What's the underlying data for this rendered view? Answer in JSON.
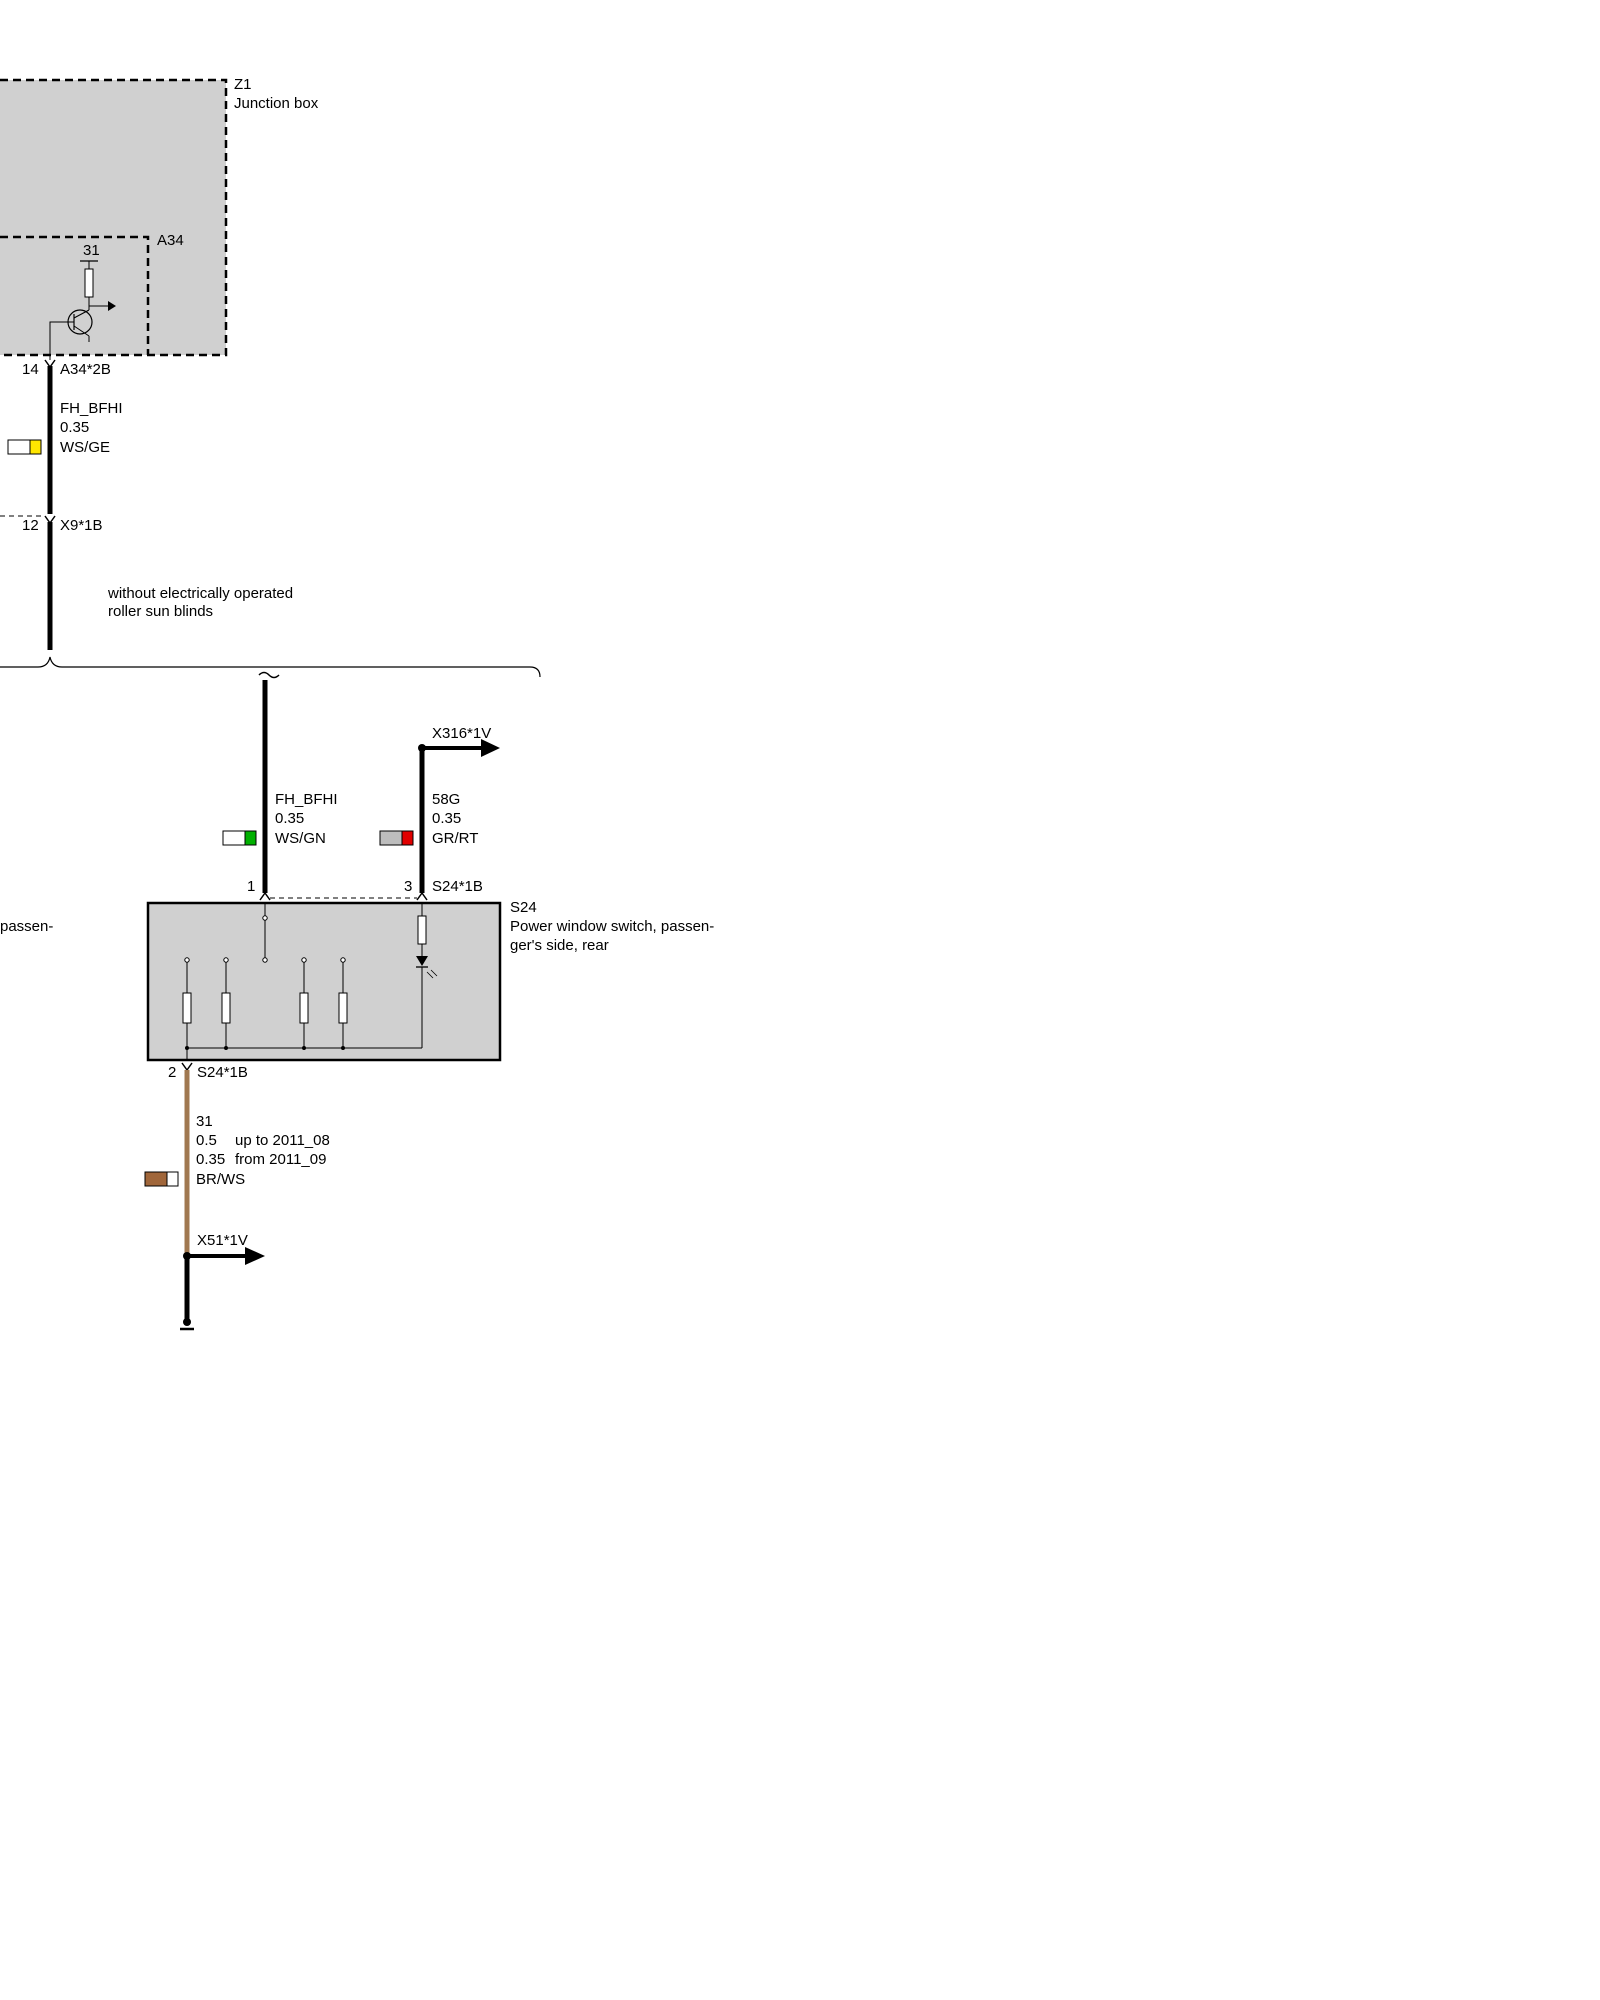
{
  "colors": {
    "box_fill": "#d0d0d0",
    "wire": "#000000",
    "wire_brown": "#a07850",
    "yellow": "#ffe600",
    "green": "#00b000",
    "red": "#e00000",
    "gray": "#bdbdbd",
    "brown": "#a0663a",
    "white": "#ffffff"
  },
  "components": {
    "z1": {
      "id": "Z1",
      "name": "Junction box"
    },
    "a34": {
      "id": "A34",
      "ground_label": "31"
    },
    "s24": {
      "id": "S24",
      "name_line1": "Power window switch, passen-",
      "name_line2": "ger's side, rear"
    },
    "left_cut_label": "passen-"
  },
  "connectors": {
    "a34_2b": {
      "pin": "14",
      "name": "A34*2B"
    },
    "x9_1b": {
      "pin": "12",
      "name": "X9*1B"
    },
    "s24_1b_pin1": {
      "pin": "1"
    },
    "s24_1b_pin3": {
      "pin": "3",
      "name": "S24*1B"
    },
    "s24_1b_pin2": {
      "pin": "2",
      "name": "S24*1B"
    },
    "x316": {
      "name": "X316*1V"
    },
    "x51": {
      "name": "X51*1V"
    }
  },
  "wires": {
    "w1": {
      "signal": "FH_BFHI",
      "size": "0.35",
      "color_code": "WS/GE"
    },
    "w2": {
      "signal": "FH_BFHI",
      "size": "0.35",
      "color_code": "WS/GN"
    },
    "w3": {
      "signal": "58G",
      "size": "0.35",
      "color_code": "GR/RT"
    },
    "w4": {
      "signal": "31",
      "size_1": "0.5",
      "note_1": "up to 2011_08",
      "size_2": "0.35",
      "note_2": "from 2011_09",
      "color_code": "BR/WS"
    }
  },
  "variant_note": {
    "line1": "without electrically operated",
    "line2": "roller sun blinds"
  }
}
